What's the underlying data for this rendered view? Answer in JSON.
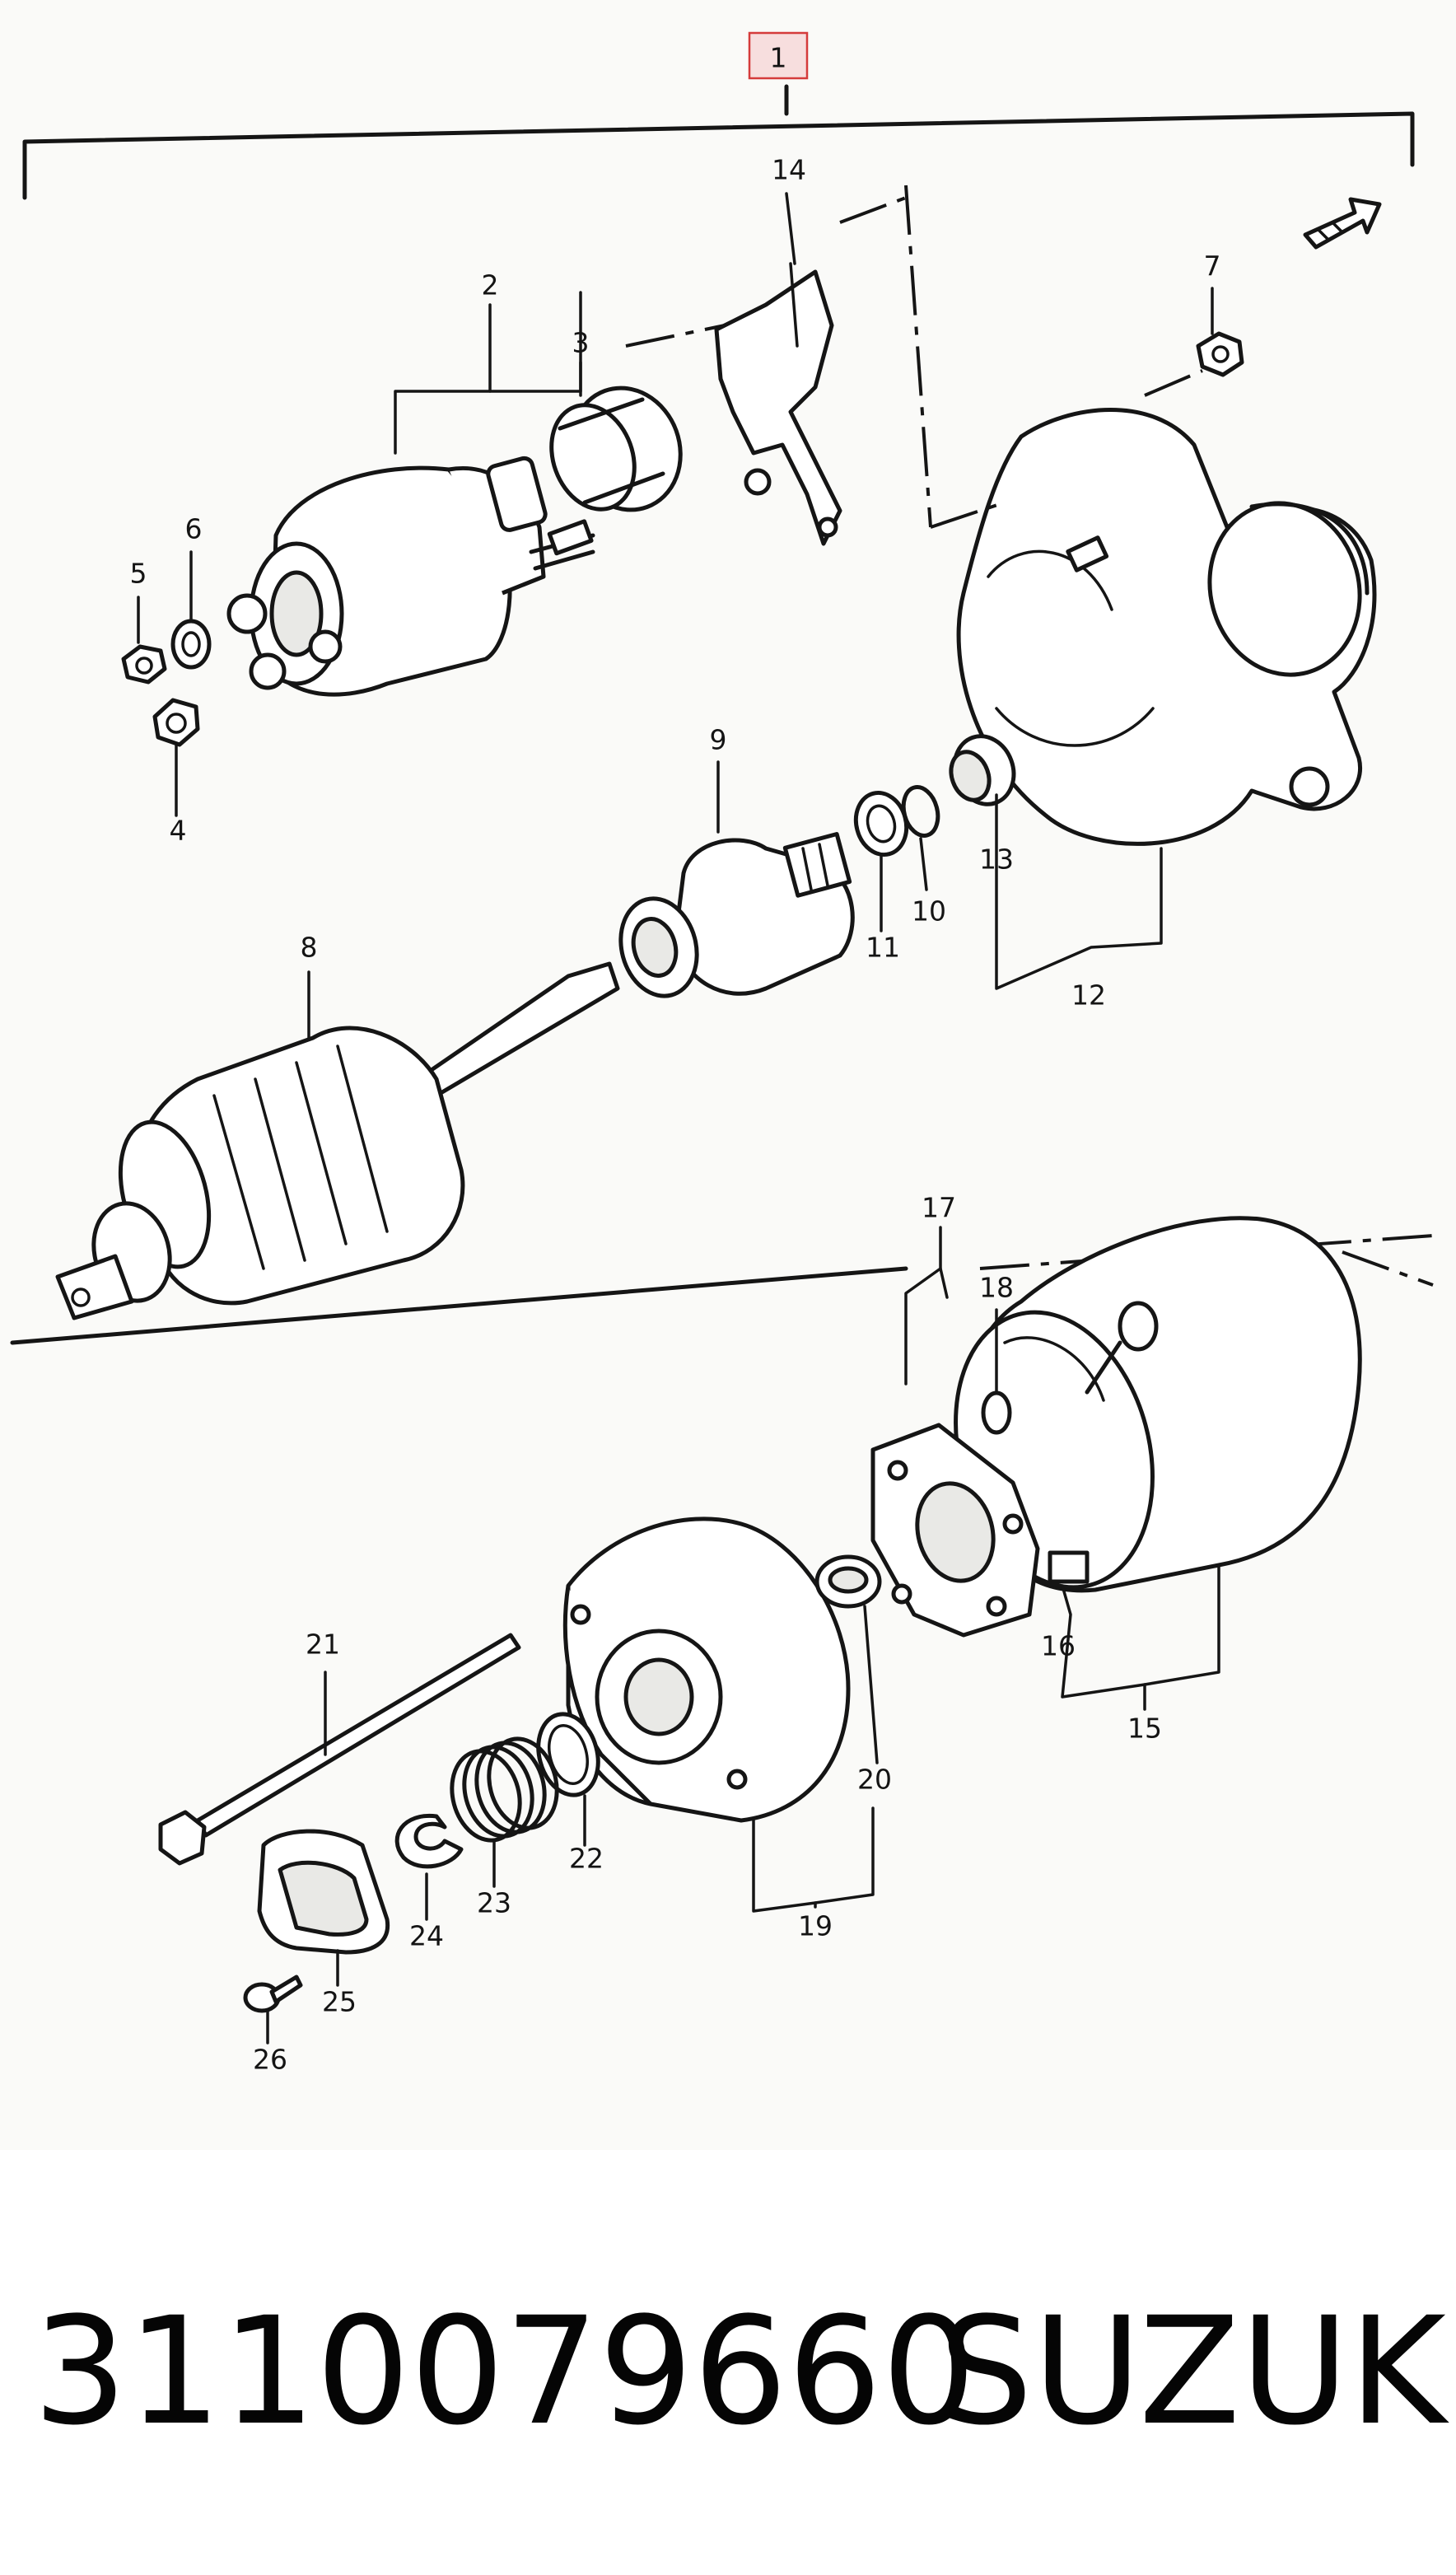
{
  "diagram": {
    "callouts": [
      "1",
      "2",
      "3",
      "4",
      "5",
      "6",
      "7",
      "8",
      "9",
      "10",
      "11",
      "12",
      "13",
      "14",
      "15",
      "16",
      "17",
      "18",
      "19",
      "20",
      "21",
      "22",
      "23",
      "24",
      "25",
      "26"
    ]
  },
  "footer": {
    "part_number": "3110079660",
    "brand": "SUZUKI"
  },
  "colors": {
    "line": "#151515",
    "marker_border": "#d53b3b",
    "marker_fill": "#f7dede"
  }
}
